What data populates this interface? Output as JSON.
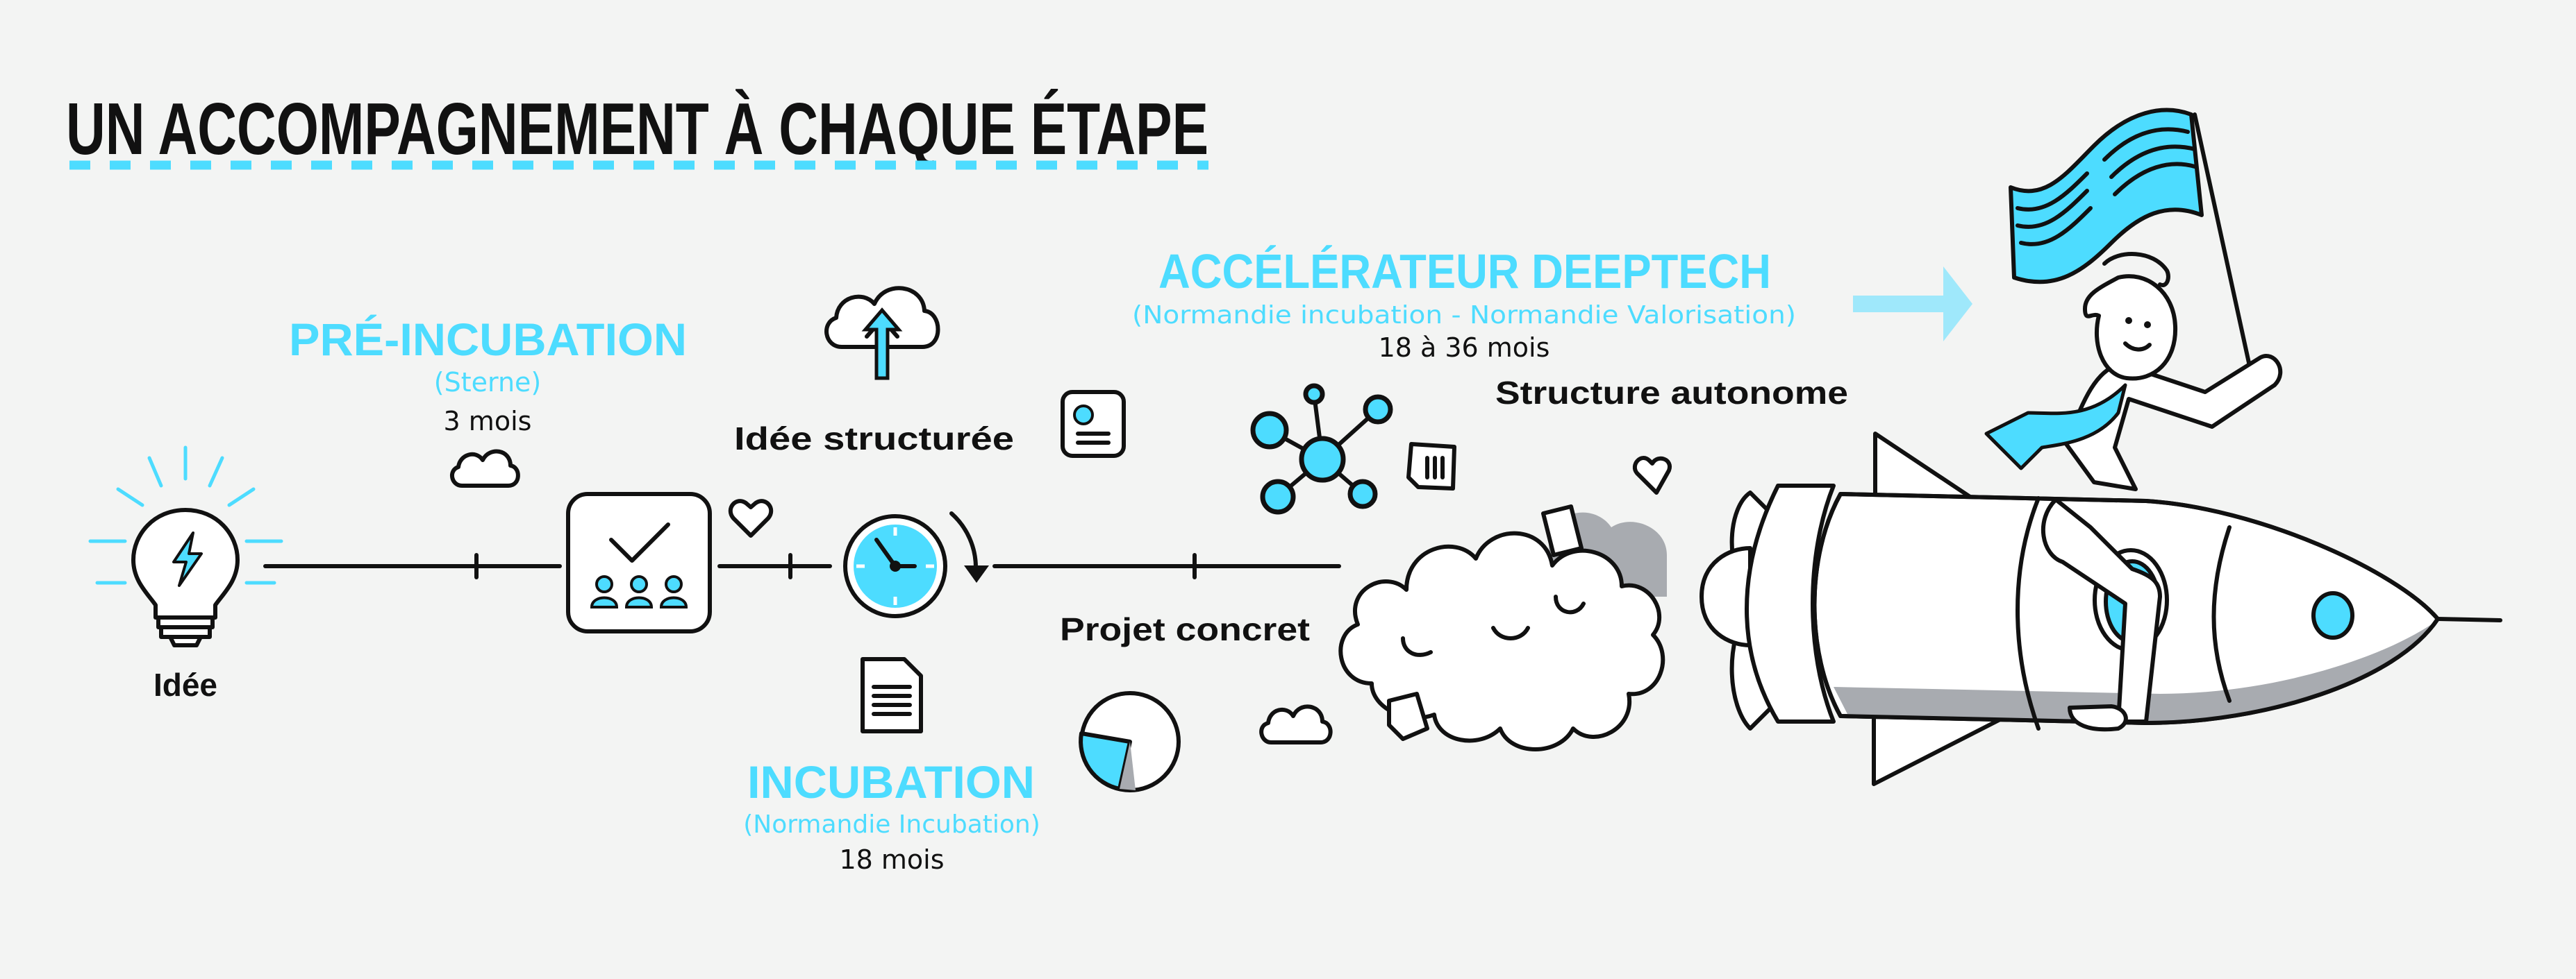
{
  "title": "UN ACCOMPAGNEMENT À CHAQUE ÉTAPE",
  "colors": {
    "accent": "#4ddcff",
    "background": "#f3f4f3",
    "ink": "#111111",
    "shadow": "#a8abb0"
  },
  "stages": {
    "pre_incubation": {
      "name": "PRÉ-INCUBATION",
      "org": "(Sterne)",
      "duration": "3 mois"
    },
    "incubation": {
      "name": "INCUBATION",
      "org": "(Normandie Incubation)",
      "duration": "18 mois"
    },
    "accelerator": {
      "name": "ACCÉLÉRATEUR DEEPTECH",
      "org": "(Normandie incubation - Normandie Valorisation)",
      "duration": "18 à 36 mois"
    }
  },
  "milestones": {
    "idea": "Idée",
    "structured_idea": "Idée structurée",
    "concrete_project": "Projet concret",
    "autonomous_structure": "Structure autonome"
  },
  "icons": [
    "lightbulb-icon",
    "checklist-team-icon",
    "heart-icon",
    "clock-icon",
    "cloud-upload-icon",
    "id-card-icon",
    "document-icon",
    "pie-chart-icon",
    "network-icon",
    "cloud-icon",
    "arrow-right-icon",
    "rocket-icon",
    "person-with-flag-icon"
  ]
}
